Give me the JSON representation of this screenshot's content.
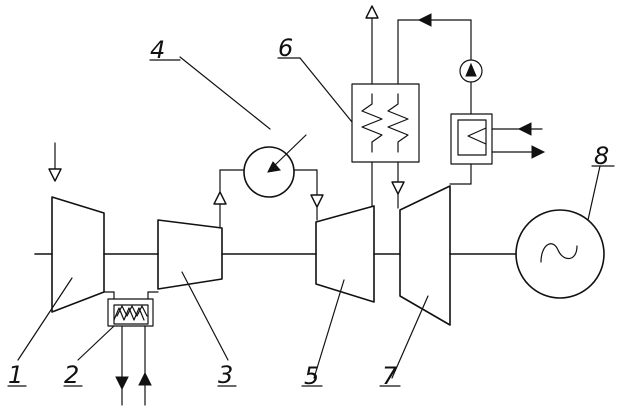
{
  "labels": {
    "compressor": "1",
    "intercooler": "2",
    "turbine_hp": "3",
    "combustor": "4",
    "recuperator": "6",
    "turbine_lp": "5",
    "steam_turbine": "7",
    "generator": "8"
  },
  "colors": {
    "line": "#111111",
    "background": "#ffffff"
  }
}
